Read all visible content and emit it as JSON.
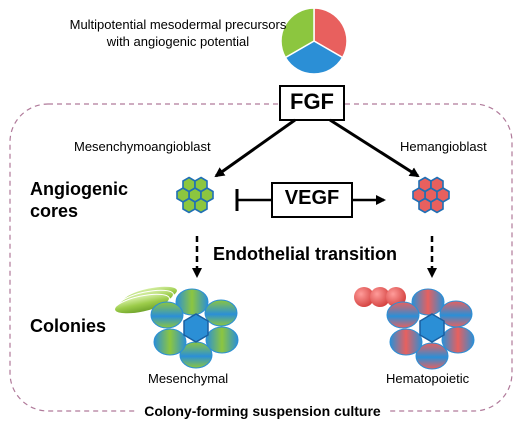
{
  "precursor": {
    "label": "Multipotential mesodermal precursors with angiogenic potential"
  },
  "factors": {
    "fgf": "FGF",
    "vegf": "VEGF"
  },
  "lineages": {
    "left": "Mesenchymoangioblast",
    "right": "Hemangioblast"
  },
  "rows": {
    "cores": "Angiogenic cores",
    "transition": "Endothelial transition",
    "colonies": "Colonies"
  },
  "colony_types": {
    "left": "Mesenchymal",
    "right": "Hematopoietic"
  },
  "culture": {
    "label": "Colony-forming suspension culture"
  },
  "colors": {
    "green": "#8cc63f",
    "blue": "#2b8fd6",
    "red": "#e8605e",
    "border_dashed": "#b07a9a"
  }
}
